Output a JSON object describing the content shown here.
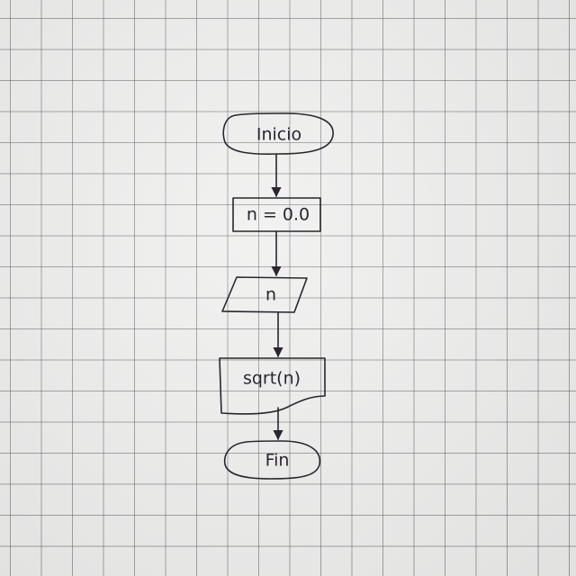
{
  "diagram": {
    "start": {
      "label": "Inicio"
    },
    "assign": {
      "label": "n = 0.0"
    },
    "input": {
      "label": "n"
    },
    "output": {
      "label": "sqrt(n)"
    },
    "end": {
      "label": "Fin"
    }
  }
}
